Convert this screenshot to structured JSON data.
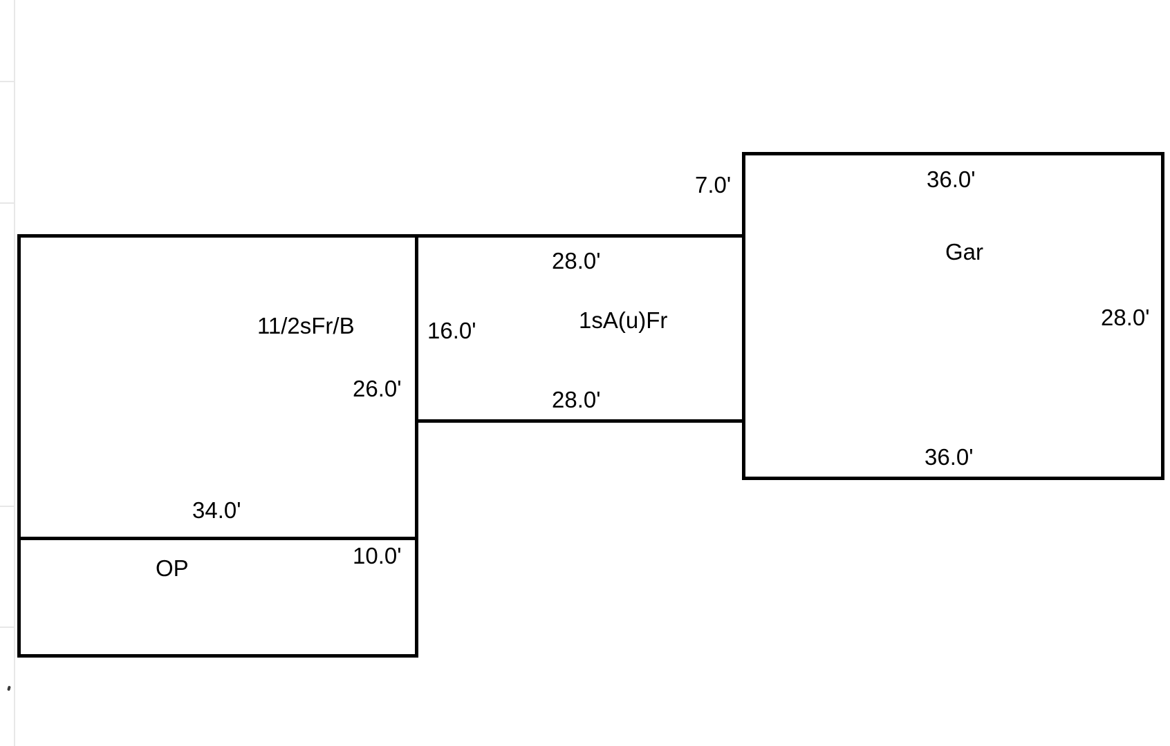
{
  "main_house": {
    "label": "11/2sFr/B",
    "height_right": "26.0'",
    "width_bottom": "34.0'"
  },
  "addition": {
    "label": "1sA(u)Fr",
    "width_top": "28.0'",
    "height_left": "16.0'",
    "width_bottom": "28.0'"
  },
  "garage": {
    "label": "Gar",
    "offset_left": "7.0'",
    "width_top": "36.0'",
    "height_right": "28.0'",
    "width_bottom": "36.0'"
  },
  "porch": {
    "label": "OP",
    "height_right": "10.0'"
  },
  "colors": {
    "line": "#000000",
    "background": "#ffffff",
    "guide": "#e7e7e7"
  }
}
